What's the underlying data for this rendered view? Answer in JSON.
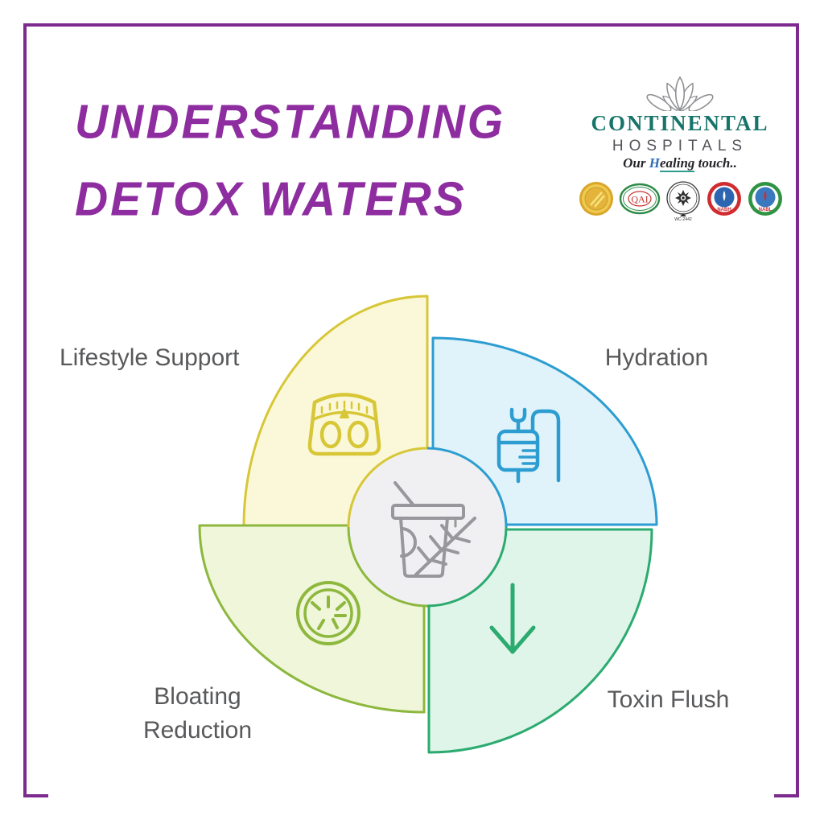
{
  "title": {
    "line1": "UNDERSTANDING",
    "line2": "DETOX WATERS",
    "color": "#8e2da0"
  },
  "frame": {
    "color": "#7c2a8e"
  },
  "logo": {
    "name": "CONTINENTAL",
    "sub": "HOSPITALS",
    "tagline": {
      "p1": "Our ",
      "p2": "H",
      "p3": "ealing",
      "p4": " touch.."
    },
    "badges": {
      "qai_text": "QAI",
      "wc_caption": "WC-2442",
      "nabh_text": "NABH",
      "nabl_text": "NABL"
    }
  },
  "diagram": {
    "center_icon": "detox-drink-cup-with-leaf",
    "icon_gray": "#97979c",
    "center_fill": "#f0f0f2",
    "quadrants": [
      {
        "id": "lifestyle",
        "label": "Lifestyle Support",
        "fill": "#fbf8da",
        "stroke": "#d7c737",
        "icon": "weighing-scale"
      },
      {
        "id": "hydration",
        "label": "Hydration",
        "fill": "#e0f3fa",
        "stroke": "#2d9dd1",
        "icon": "iv-drip"
      },
      {
        "id": "toxin",
        "label": "Toxin Flush",
        "fill": "#e0f5e9",
        "stroke": "#2bab70",
        "icon": "down-arrow"
      },
      {
        "id": "bloating",
        "label": "Bloating Reduction",
        "fill": "#eff6d9",
        "stroke": "#8db73d",
        "icon": "cucumber-slice"
      }
    ]
  }
}
